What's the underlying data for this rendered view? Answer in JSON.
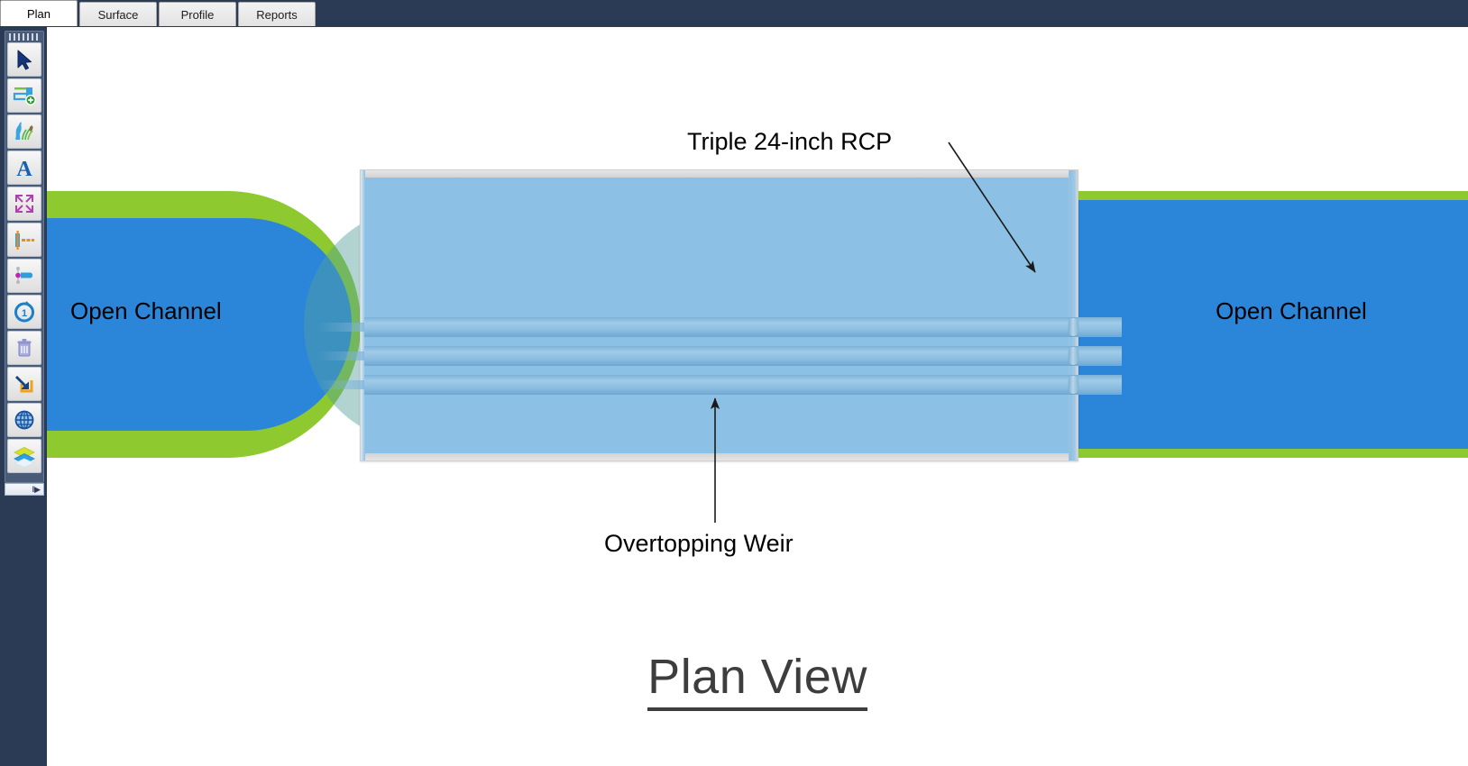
{
  "app": {
    "tabs": [
      {
        "label": "Plan",
        "active": true
      },
      {
        "label": "Surface",
        "active": false
      },
      {
        "label": "Profile",
        "active": false
      },
      {
        "label": "Reports",
        "active": false
      }
    ]
  },
  "toolbar": {
    "collapse_glyph": "‖▶",
    "items": [
      {
        "name": "select-arrow-tool",
        "icon": "cursor-arrow-icon"
      },
      {
        "name": "add-element-tool",
        "icon": "add-channel-icon"
      },
      {
        "name": "stream-reach-tool",
        "icon": "stream-icon"
      },
      {
        "name": "text-label-tool",
        "icon": "text-a-icon"
      },
      {
        "name": "zoom-extents-tool",
        "icon": "expand-arrows-icon"
      },
      {
        "name": "cross-section-tool",
        "icon": "cross-section-icon"
      },
      {
        "name": "node-connect-tool",
        "icon": "node-link-icon"
      },
      {
        "name": "refresh-compute-tool",
        "icon": "refresh-clock-icon"
      },
      {
        "name": "delete-tool",
        "icon": "trash-icon"
      },
      {
        "name": "import-tool",
        "icon": "import-arrow-icon"
      },
      {
        "name": "globe-tool",
        "icon": "globe-icon"
      },
      {
        "name": "layers-tool",
        "icon": "layers-icon"
      }
    ]
  },
  "canvas": {
    "title": "Plan View",
    "channels": {
      "left_label": "Open Channel",
      "right_label": "Open Channel"
    },
    "annotations": [
      {
        "name": "culvert-callout",
        "text": "Triple 24-inch RCP"
      },
      {
        "name": "weir-callout",
        "text": "Overtopping Weir"
      }
    ]
  },
  "colors": {
    "tab_bar": "#2b3a55",
    "toolbar_panel": "#4a5b78",
    "bank_green": "#8eca2f",
    "water_blue": "#2b86da",
    "embankment": "#8cc0e4",
    "pipe": "#7cb2d8",
    "title_text": "#3d3d3d",
    "inlet_pool": "#53a09b"
  }
}
